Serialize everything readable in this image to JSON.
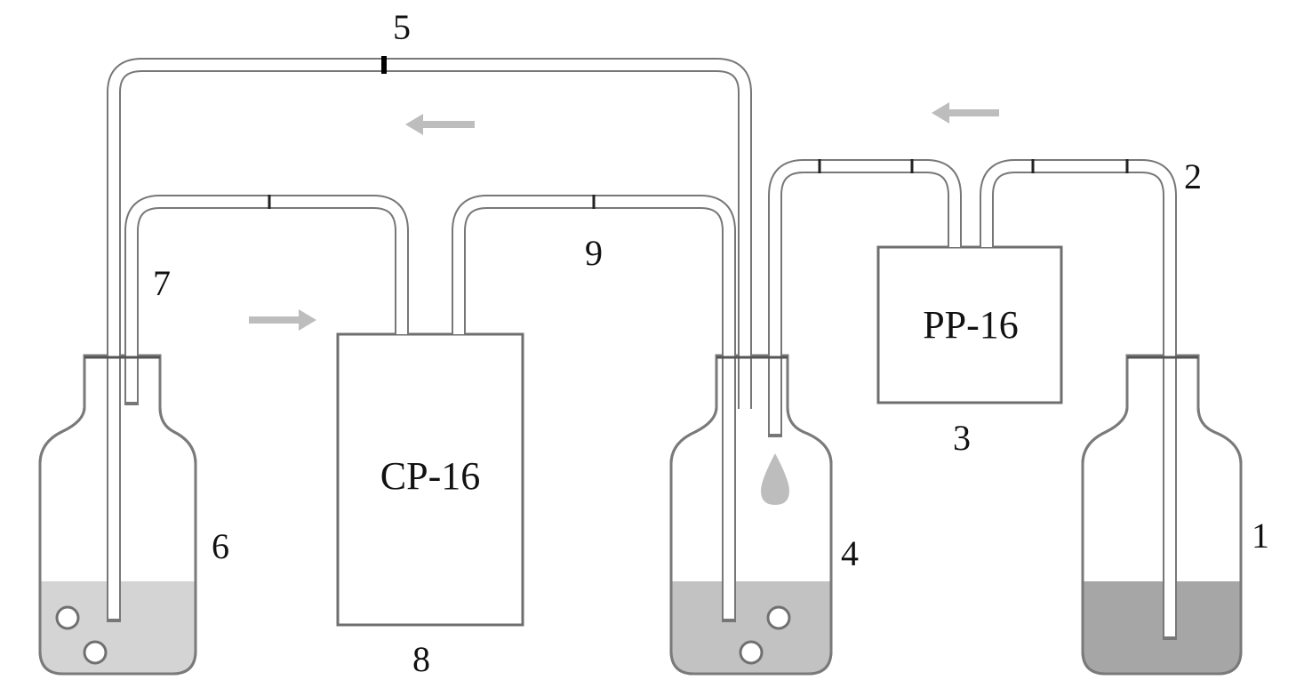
{
  "components": {
    "pump_pp": {
      "label": "PP-16",
      "number": "3"
    },
    "pump_cp": {
      "label": "CP-16",
      "number": "8"
    }
  },
  "numbers": {
    "source_bottle": "1",
    "inlet_tube": "2",
    "middle_bottle": "4",
    "return_tube": "5",
    "collection_bottle": "6",
    "outlet_tube": "7",
    "connecting_tube": "9"
  },
  "colors": {
    "tube": "#777777",
    "liquid_light": "#d4d4d4",
    "liquid_medium": "#c2c2c2",
    "liquid_dark": "#a6a6a6",
    "arrow": "#bdbdbd"
  }
}
